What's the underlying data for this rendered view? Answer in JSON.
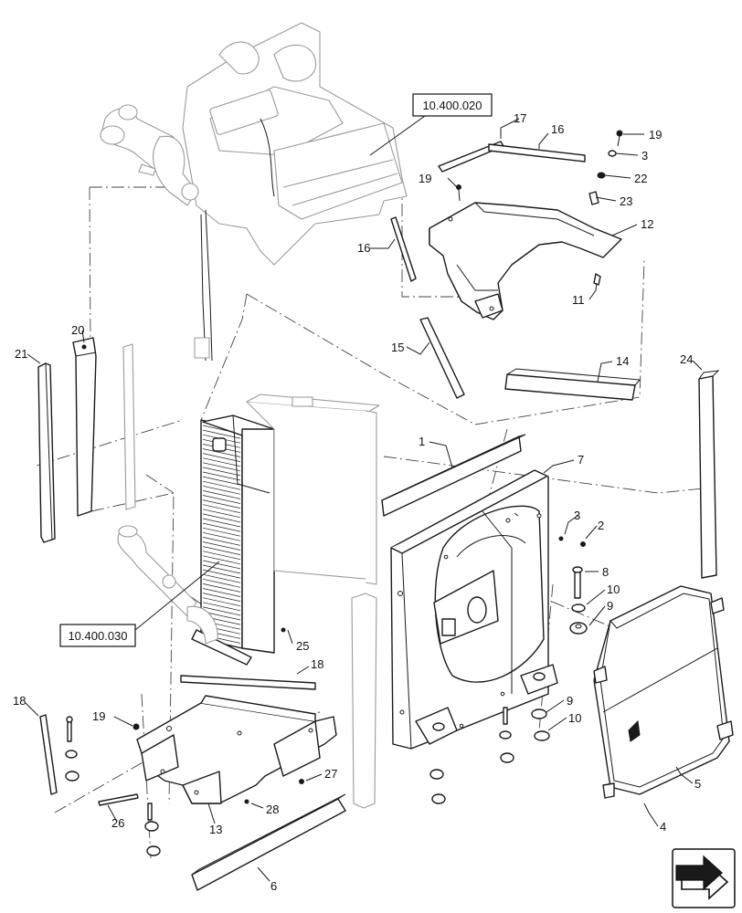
{
  "references": {
    "upper_ref": "10.400.020",
    "lower_ref": "10.400.030"
  },
  "callouts": {
    "c1": "1",
    "c2": "2",
    "c3a": "3",
    "c3b": "3",
    "c4": "4",
    "c5": "5",
    "c6": "6",
    "c7": "7",
    "c8": "8",
    "c9a": "9",
    "c9b": "9",
    "c10a": "10",
    "c10b": "10",
    "c11": "11",
    "c12": "12",
    "c13": "13",
    "c14": "14",
    "c15": "15",
    "c16a": "16",
    "c16b": "16",
    "c17": "17",
    "c18a": "18",
    "c18b": "18",
    "c19a": "19",
    "c19b": "19",
    "c19c": "19",
    "c20": "20",
    "c21": "21",
    "c22": "22",
    "c23": "23",
    "c24": "24",
    "c25": "25",
    "c26": "26",
    "c27": "27",
    "c28": "28"
  },
  "icons": {
    "navigation": "arrow-next-icon"
  }
}
